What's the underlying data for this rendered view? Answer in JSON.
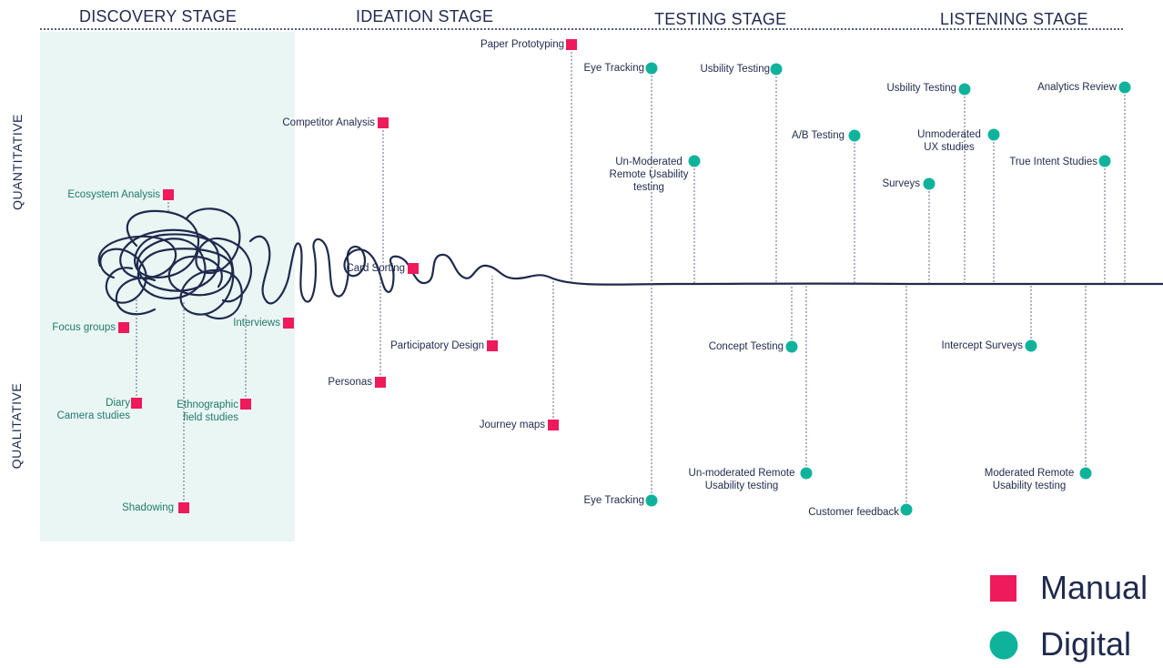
{
  "stages": [
    "DISCOVERY STAGE",
    "IDEATION STAGE",
    "TESTING STAGE",
    "LISTENING STAGE"
  ],
  "axis": {
    "top": "QUANTITATIVE",
    "bottom": "QUALITATIVE"
  },
  "legend": {
    "manual": "Manual",
    "digital": "Digital"
  },
  "colors": {
    "manual": "#ee1a5b",
    "digital": "#0fb39c",
    "line": "#1f2a4d",
    "discovery_bg": "#eaf6f4"
  },
  "methods": [
    {
      "id": "ecosystem-analysis",
      "label": "Ecosystem Analysis",
      "type": "manual",
      "stage": "discovery"
    },
    {
      "id": "focus-groups",
      "label": "Focus groups",
      "type": "manual",
      "stage": "discovery"
    },
    {
      "id": "interviews",
      "label": "Interviews",
      "type": "manual",
      "stage": "discovery"
    },
    {
      "id": "diary-camera-studies",
      "label": "Diary\nCamera studies",
      "type": "manual",
      "stage": "discovery"
    },
    {
      "id": "ethnographic-field-studies",
      "label": "Ethnographic\nfield studies",
      "type": "manual",
      "stage": "discovery"
    },
    {
      "id": "shadowing",
      "label": "Shadowing",
      "type": "manual",
      "stage": "discovery"
    },
    {
      "id": "competitor-analysis",
      "label": "Competitor Analysis",
      "type": "manual",
      "stage": "ideation"
    },
    {
      "id": "card-sorting",
      "label": "Card Sorting",
      "type": "manual",
      "stage": "ideation"
    },
    {
      "id": "personas",
      "label": "Personas",
      "type": "manual",
      "stage": "ideation"
    },
    {
      "id": "participatory-design",
      "label": "Participatory Design",
      "type": "manual",
      "stage": "ideation"
    },
    {
      "id": "journey-maps",
      "label": "Journey maps",
      "type": "manual",
      "stage": "ideation"
    },
    {
      "id": "paper-prototyping",
      "label": "Paper Prototyping",
      "type": "manual",
      "stage": "ideation"
    },
    {
      "id": "eye-tracking-top",
      "label": "Eye Tracking",
      "type": "digital",
      "stage": "testing"
    },
    {
      "id": "usability-testing-1",
      "label": "Usbility Testing",
      "type": "digital",
      "stage": "testing"
    },
    {
      "id": "unmoderated-remote-top",
      "label": "Un-Moderated\nRemote Usability\ntesting",
      "type": "digital",
      "stage": "testing"
    },
    {
      "id": "ab-testing",
      "label": "A/B Testing",
      "type": "digital",
      "stage": "testing"
    },
    {
      "id": "concept-testing",
      "label": "Concept Testing",
      "type": "digital",
      "stage": "testing"
    },
    {
      "id": "unmoderated-remote-bottom",
      "label": "Un-moderated Remote\nUsability testing",
      "type": "digital",
      "stage": "testing"
    },
    {
      "id": "eye-tracking-bottom",
      "label": "Eye Tracking",
      "type": "digital",
      "stage": "testing"
    },
    {
      "id": "customer-feedback",
      "label": "Customer feedback",
      "type": "digital",
      "stage": "listening"
    },
    {
      "id": "usability-testing-2",
      "label": "Usbility Testing",
      "type": "digital",
      "stage": "listening"
    },
    {
      "id": "unmoderated-ux-studies",
      "label": "Unmoderated\nUX studies",
      "type": "digital",
      "stage": "listening"
    },
    {
      "id": "surveys",
      "label": "Surveys",
      "type": "digital",
      "stage": "listening"
    },
    {
      "id": "analytics-review",
      "label": "Analytics Review",
      "type": "digital",
      "stage": "listening"
    },
    {
      "id": "true-intent-studies",
      "label": "True Intent Studies",
      "type": "digital",
      "stage": "listening"
    },
    {
      "id": "intercept-surveys",
      "label": "Intercept Surveys",
      "type": "digital",
      "stage": "listening"
    },
    {
      "id": "moderated-remote",
      "label": "Moderated Remote\nUsability testing",
      "type": "digital",
      "stage": "listening"
    }
  ]
}
